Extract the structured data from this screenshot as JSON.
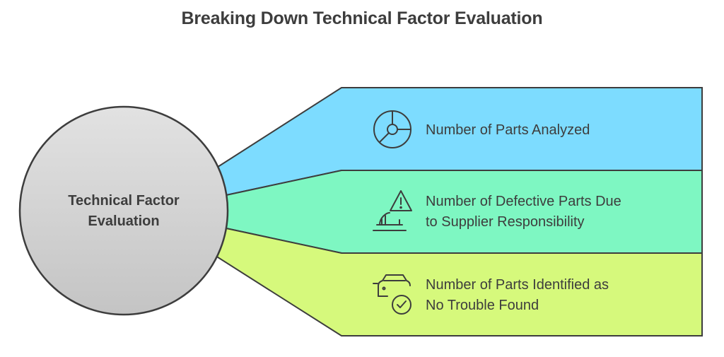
{
  "title": "Breaking Down Technical Factor Evaluation",
  "hub": {
    "label_line1": "Technical Factor",
    "label_line2": "Evaluation"
  },
  "bands": [
    {
      "line1": "Number of Parts Analyzed",
      "line2": "",
      "icon": "pie-chart-icon",
      "color": "#7ddcff"
    },
    {
      "line1": "Number of Defective Parts Due",
      "line2": "to Supplier Responsibility",
      "icon": "warning-icon",
      "color": "#7ef7c2"
    },
    {
      "line1": "Number of Parts Identified as",
      "line2": "No Trouble Found",
      "icon": "car-check-icon",
      "color": "#d6f97c"
    }
  ],
  "colors": {
    "hub_fill_top": "#e0e0e0",
    "hub_fill_bottom": "#c2c2c2",
    "outline": "#3d3d3d",
    "text": "#3d3d3d"
  }
}
